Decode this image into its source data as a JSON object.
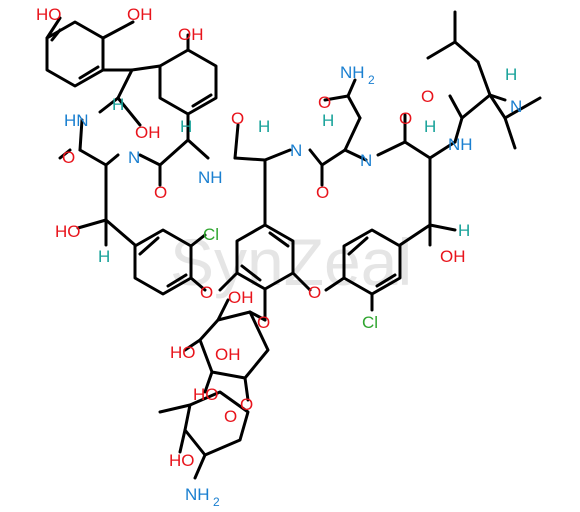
{
  "watermark": "SynZeal",
  "atom_labels": {
    "oh": "OH",
    "ho": "HO",
    "o": "O",
    "n": "N",
    "nh": "NH",
    "hn": "HN",
    "h": "H",
    "cl": "Cl",
    "nh2": "NH",
    "two": "2"
  },
  "colors": {
    "oxygen": "#e8141c",
    "nitrogen": "#1a7fd0",
    "chlorine": "#2fa52f",
    "hydrogen": "#1aa39a",
    "bond": "#000000"
  }
}
